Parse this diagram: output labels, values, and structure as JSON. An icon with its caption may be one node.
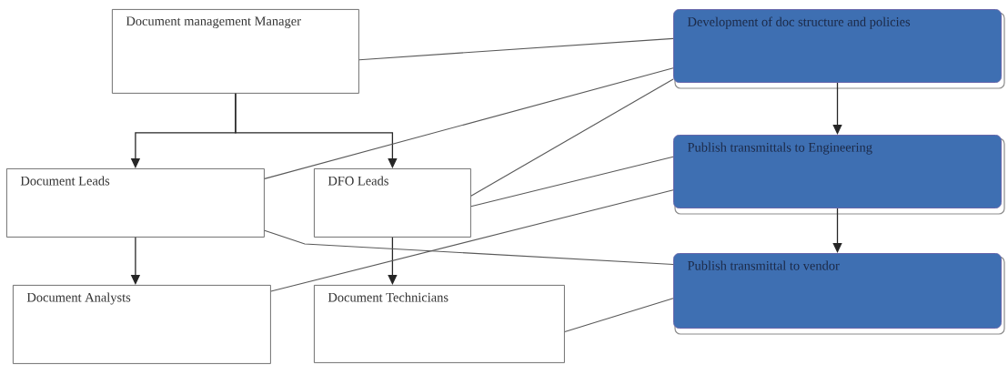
{
  "diagram": {
    "nodes": [
      {
        "text": [
          "Document management Manager"
        ]
      },
      {
        "text": [
          "Document Leads"
        ]
      },
      {
        "text": [
          "DFO Leads"
        ]
      },
      {
        "text": [
          "Document Analysts"
        ]
      },
      {
        "text": [
          "Document Technicians"
        ]
      },
      {
        "text": [
          "Development of doc structure and policies"
        ]
      },
      {
        "text": [
          "Publish transmittals to Engineering"
        ]
      },
      {
        "text": [
          "Publish transmittal to vendor"
        ]
      }
    ],
    "edges": [
      {
        "from": 0,
        "to": 1,
        "arrow": "to"
      },
      {
        "from": 0,
        "to": 2,
        "arrow": "to"
      },
      {
        "from": 1,
        "to": 3,
        "arrow": "to"
      },
      {
        "from": 2,
        "to": 4,
        "arrow": "to"
      },
      {
        "from": 5,
        "to": 6,
        "arrow": "to"
      },
      {
        "from": 6,
        "to": 7,
        "arrow": "to"
      },
      {
        "from": 0,
        "to": 5,
        "arrow": "none"
      },
      {
        "from": 1,
        "to": 5,
        "arrow": "none"
      },
      {
        "from": 2,
        "to": 5,
        "arrow": "none"
      },
      {
        "from": 2,
        "to": 6,
        "arrow": "none"
      },
      {
        "from": 3,
        "to": 6,
        "arrow": "none"
      },
      {
        "from": 1,
        "to": 7,
        "arrow": "none"
      },
      {
        "from": 4,
        "to": 7,
        "arrow": "none"
      }
    ]
  }
}
